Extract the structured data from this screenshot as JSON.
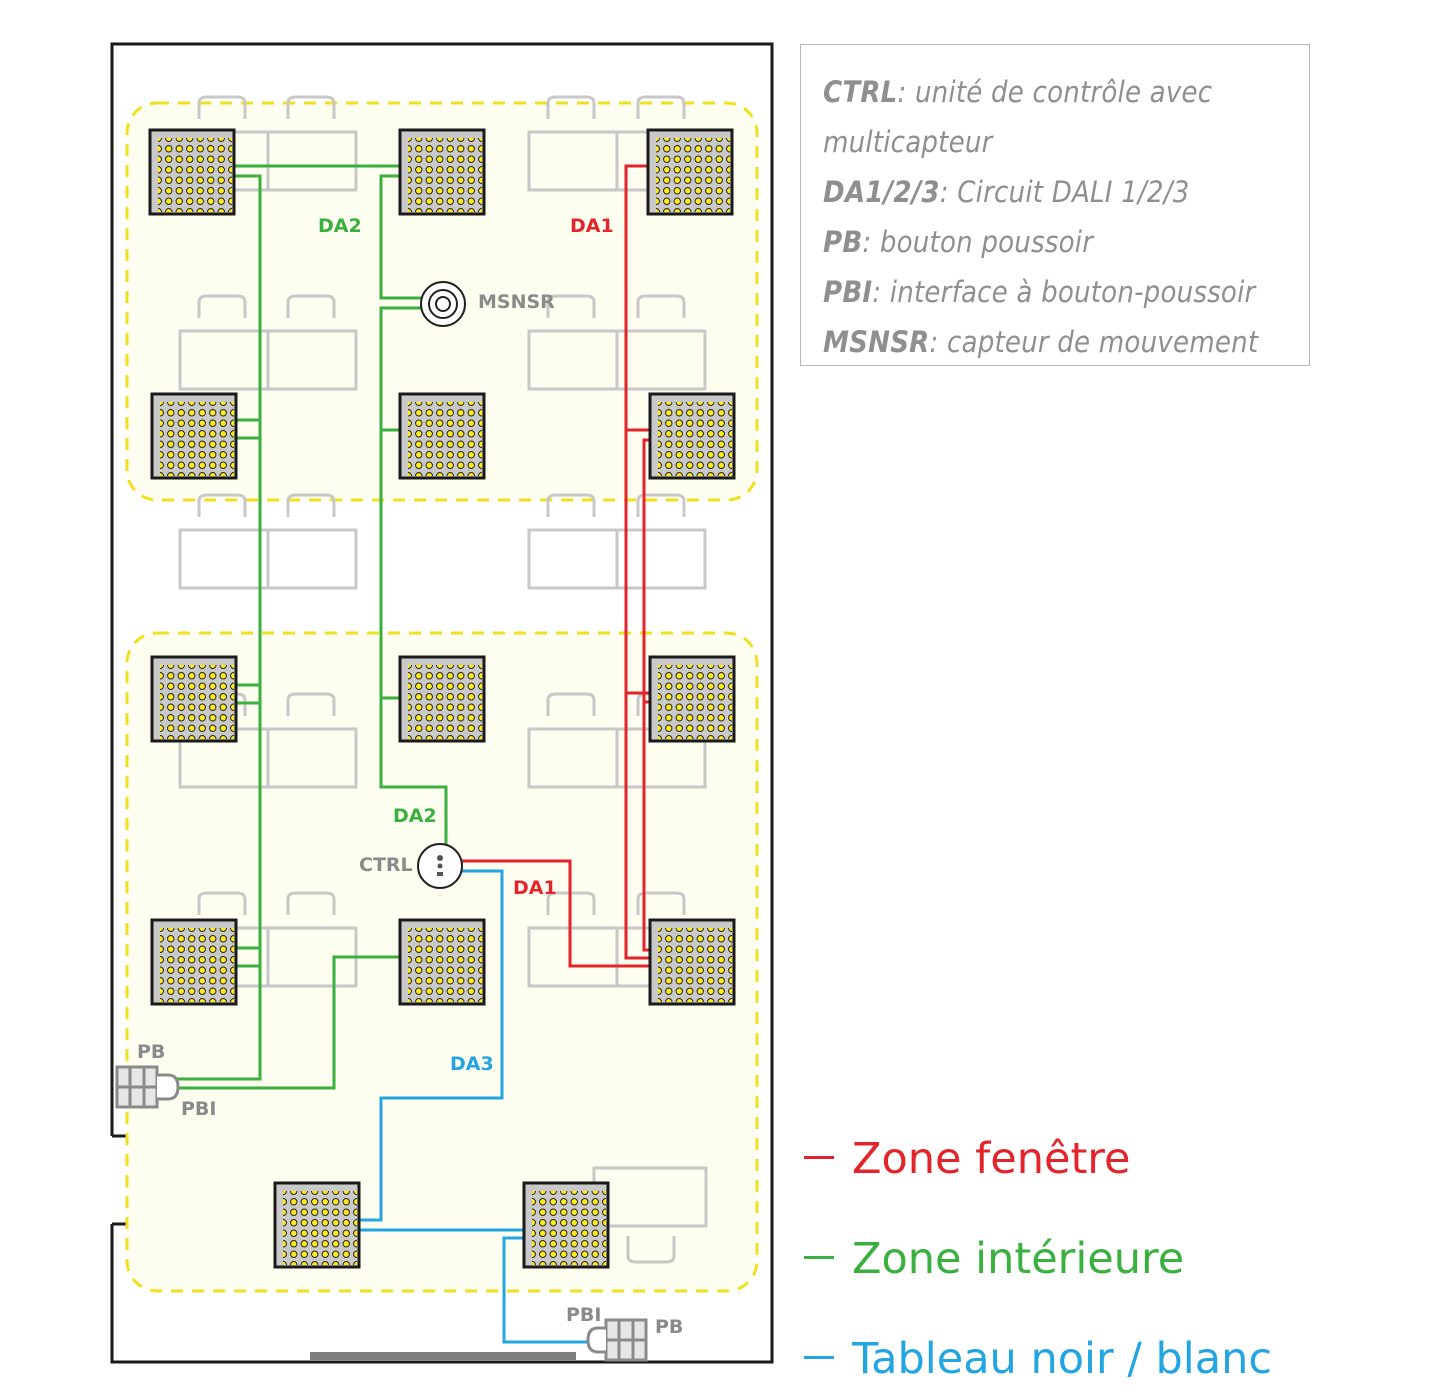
{
  "legend": {
    "items": [
      {
        "term": "CTRL",
        "desc": ": unité de contrôle avec"
      },
      {
        "term": "",
        "desc": "multicapteur"
      },
      {
        "term": "DA1/2/3",
        "desc": ": Circuit DALI 1/2/3"
      },
      {
        "term": "PB",
        "desc": ": bouton poussoir"
      },
      {
        "term": "PBI",
        "desc": ": interface à bouton-poussoir"
      },
      {
        "term": "MSNSR",
        "desc": ": capteur de mouvement"
      }
    ]
  },
  "zones": [
    {
      "label": "Zone fenêtre",
      "color": "#e3242b"
    },
    {
      "label": "Zone intérieure",
      "color": "#3ab03e"
    },
    {
      "label": "Tableau noir / blanc",
      "color": "#22a5e0"
    }
  ],
  "circuit_labels": {
    "da2_top": "DA2",
    "da1_top": "DA1",
    "da2_mid": "DA2",
    "da1_mid": "DA1",
    "da3": "DA3"
  },
  "device_labels": {
    "msnsr": "MSNSR",
    "ctrl": "CTRL",
    "pb_left": "PB",
    "pbi_left": "PBI",
    "pbi_bottom": "PBI",
    "pb_bottom": "PB"
  },
  "colors": {
    "red": "#e3242b",
    "green": "#3ab03e",
    "blue": "#22a5e0",
    "zone_dash": "#f0e020",
    "zone_fill": "#fdfdf0",
    "furniture": "#c8c8c8",
    "label_grey": "#8a8a8a"
  },
  "icons": {
    "luminaire": "led-panel-icon",
    "sensor": "motion-sensor-icon",
    "controller": "control-unit-icon",
    "pushbutton": "push-button-icon"
  }
}
